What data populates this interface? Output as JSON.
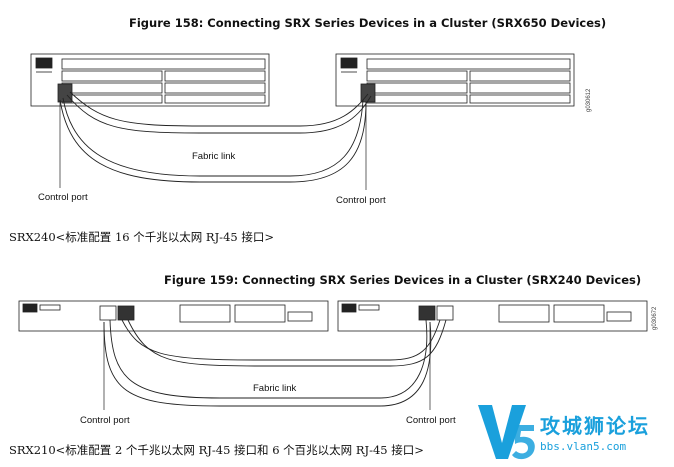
{
  "figure158": {
    "title": "Figure 158: Connecting SRX Series Devices in a Cluster (SRX650 Devices)",
    "fabric_label": "Fabric link",
    "control_left": "Control port",
    "control_right": "Control port",
    "side_code": "g030612"
  },
  "srx240_caption": "SRX240<标准配置 16 个千兆以太网 RJ-45 接口>",
  "figure159": {
    "title": "Figure 159: Connecting SRX Series Devices in a Cluster (SRX240 Devices)",
    "fabric_label": "Fabric link",
    "control_left": "Control port",
    "control_right": "Control port",
    "side_code": "g030672"
  },
  "srx210_caption": "SRX210<标准配置 2 个千兆以太网 RJ-45 接口和 6 个百兆以太网 RJ-45 接口>",
  "watermark": {
    "logo_text": "V5",
    "name": "攻城狮论坛",
    "url": "bbs.vlan5.com",
    "color": "#1aa0dc"
  }
}
